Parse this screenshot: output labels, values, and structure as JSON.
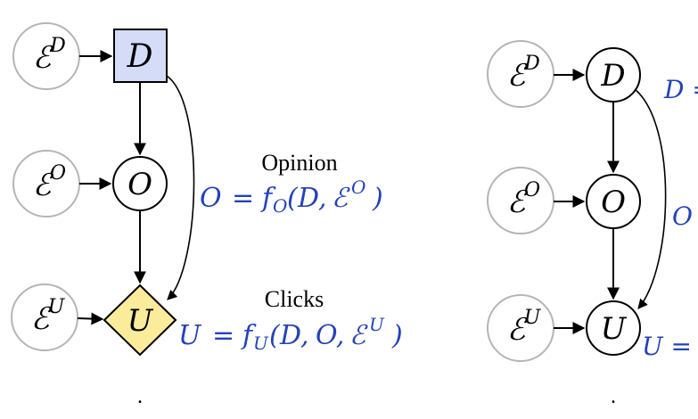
{
  "colors": {
    "node_stroke": "#000000",
    "exo_stroke": "#b5b5b5",
    "decision_fill": "#d4dcf7",
    "utility_fill": "#fbec9b",
    "equation": "#2442b8",
    "text": "#000000"
  },
  "left_diagram": {
    "nodes": {
      "exo_D": {
        "base": "ℰ",
        "sup": "D"
      },
      "exo_O": {
        "base": "ℰ",
        "sup": "O"
      },
      "exo_U": {
        "base": "ℰ",
        "sup": "U"
      },
      "decision": {
        "label": "D",
        "shape": "square"
      },
      "opinion": {
        "label": "O",
        "shape": "circle"
      },
      "utility": {
        "label": "U",
        "shape": "diamond"
      }
    },
    "opinion_caption": "Opinion",
    "opinion_equation": "O = f_O(D, ℰ^O)",
    "clicks_caption": "Clicks",
    "clicks_equation": "U = f_U(D, O, ℰ^U)",
    "footer_mark": "."
  },
  "right_diagram": {
    "nodes": {
      "exo_D": {
        "base": "ℰ",
        "sup": "D"
      },
      "exo_O": {
        "base": "ℰ",
        "sup": "O"
      },
      "exo_U": {
        "base": "ℰ",
        "sup": "U"
      },
      "decision": {
        "label": "D",
        "shape": "circle"
      },
      "opinion": {
        "label": "O",
        "shape": "circle"
      },
      "utility": {
        "label": "U",
        "shape": "circle"
      }
    },
    "decision_equation_fragment": "D =",
    "opinion_equation_fragment": "O",
    "utility_equation_fragment": "U =",
    "footer_mark": "."
  }
}
